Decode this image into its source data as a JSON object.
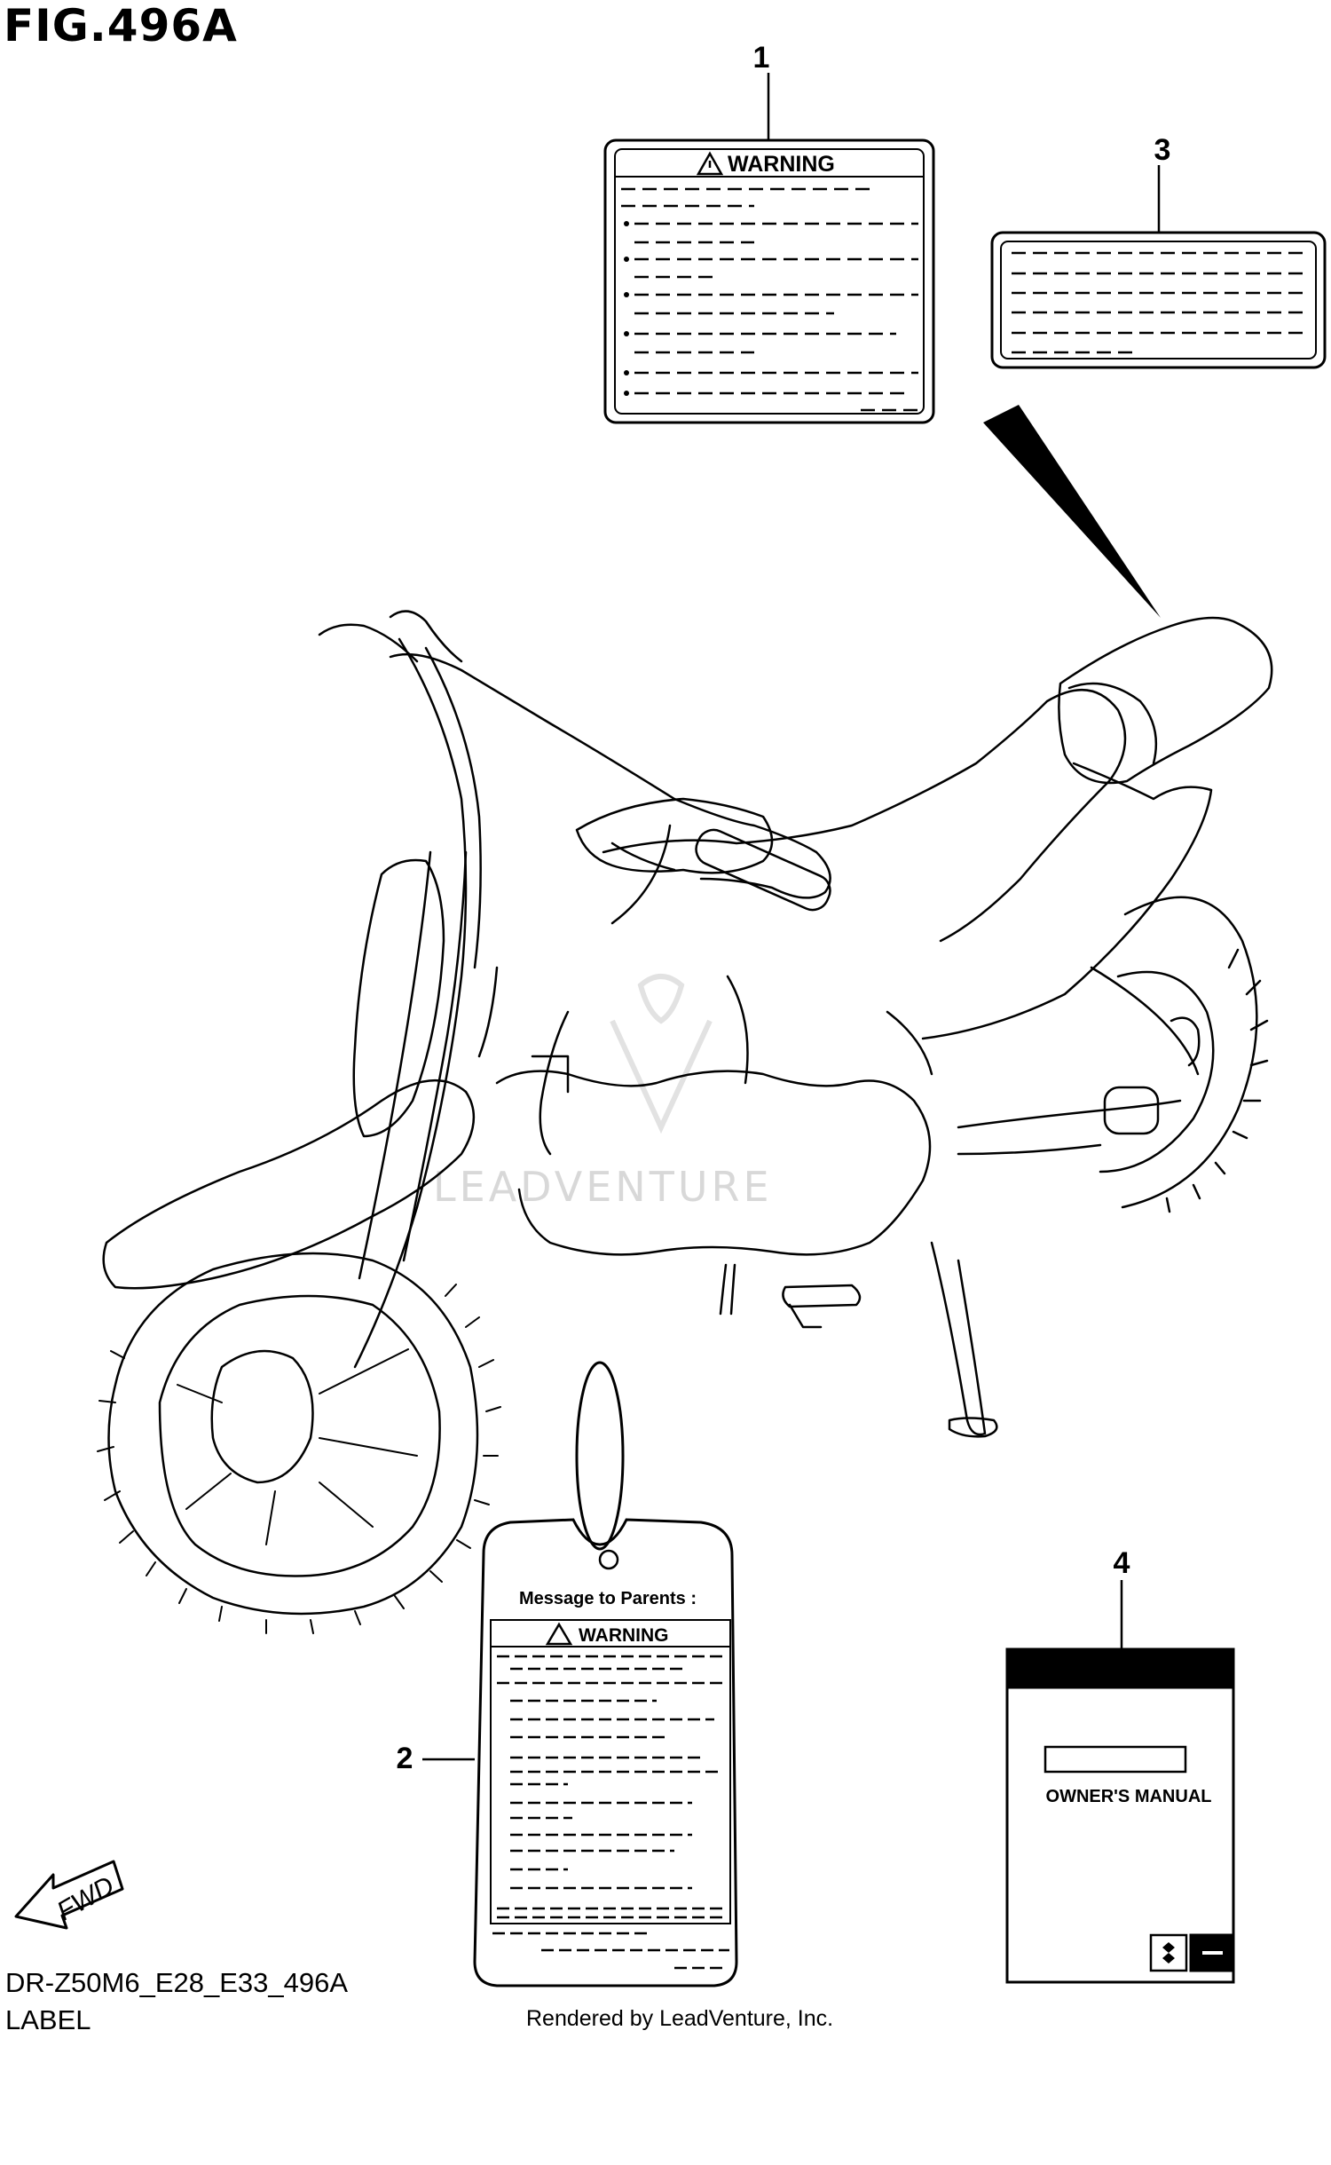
{
  "figure": {
    "title": "FIG.496A",
    "code": "DR-Z50M6_E28_E33_496A",
    "label": "LABEL",
    "rendered_by": "Rendered by LeadVenture, Inc.",
    "watermark": "LEADVENTURE"
  },
  "callouts": {
    "c1": "1",
    "c2": "2",
    "c3": "3",
    "c4": "4"
  },
  "labels": {
    "warning_label_heading": "WARNING",
    "hang_tag_title": "Message to Parents :",
    "hang_tag_heading": "WARNING",
    "manual_title": "OWNER'S MANUAL",
    "fwd_arrow": "FWD"
  }
}
